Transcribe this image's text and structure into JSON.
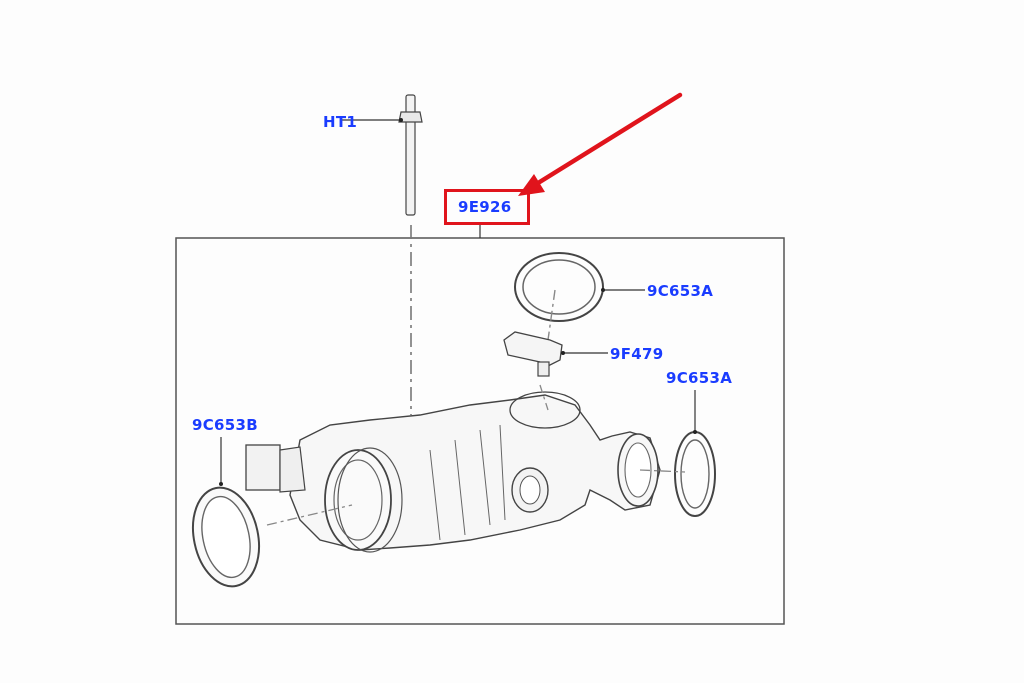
{
  "diagram": {
    "type": "exploded-parts-diagram",
    "colors": {
      "label": "#1a3cff",
      "highlight": "#e0141c",
      "line": "#333333"
    },
    "callouts": [
      {
        "id": "HT1",
        "label": "HT1",
        "part": "stud-bolt"
      },
      {
        "id": "9E926",
        "label": "9E926",
        "part": "throttle-body-assembly",
        "highlighted": true
      },
      {
        "id": "9C653A_top",
        "label": "9C653A",
        "part": "seal-ring-upper"
      },
      {
        "id": "9F479",
        "label": "9F479",
        "part": "sensor"
      },
      {
        "id": "9C653A_right",
        "label": "9C653A",
        "part": "seal-ring-right"
      },
      {
        "id": "9C653B",
        "label": "9C653B",
        "part": "seal-ring-left"
      }
    ],
    "annotation": {
      "arrow": "red-arrow-pointing-to-9E926"
    }
  }
}
